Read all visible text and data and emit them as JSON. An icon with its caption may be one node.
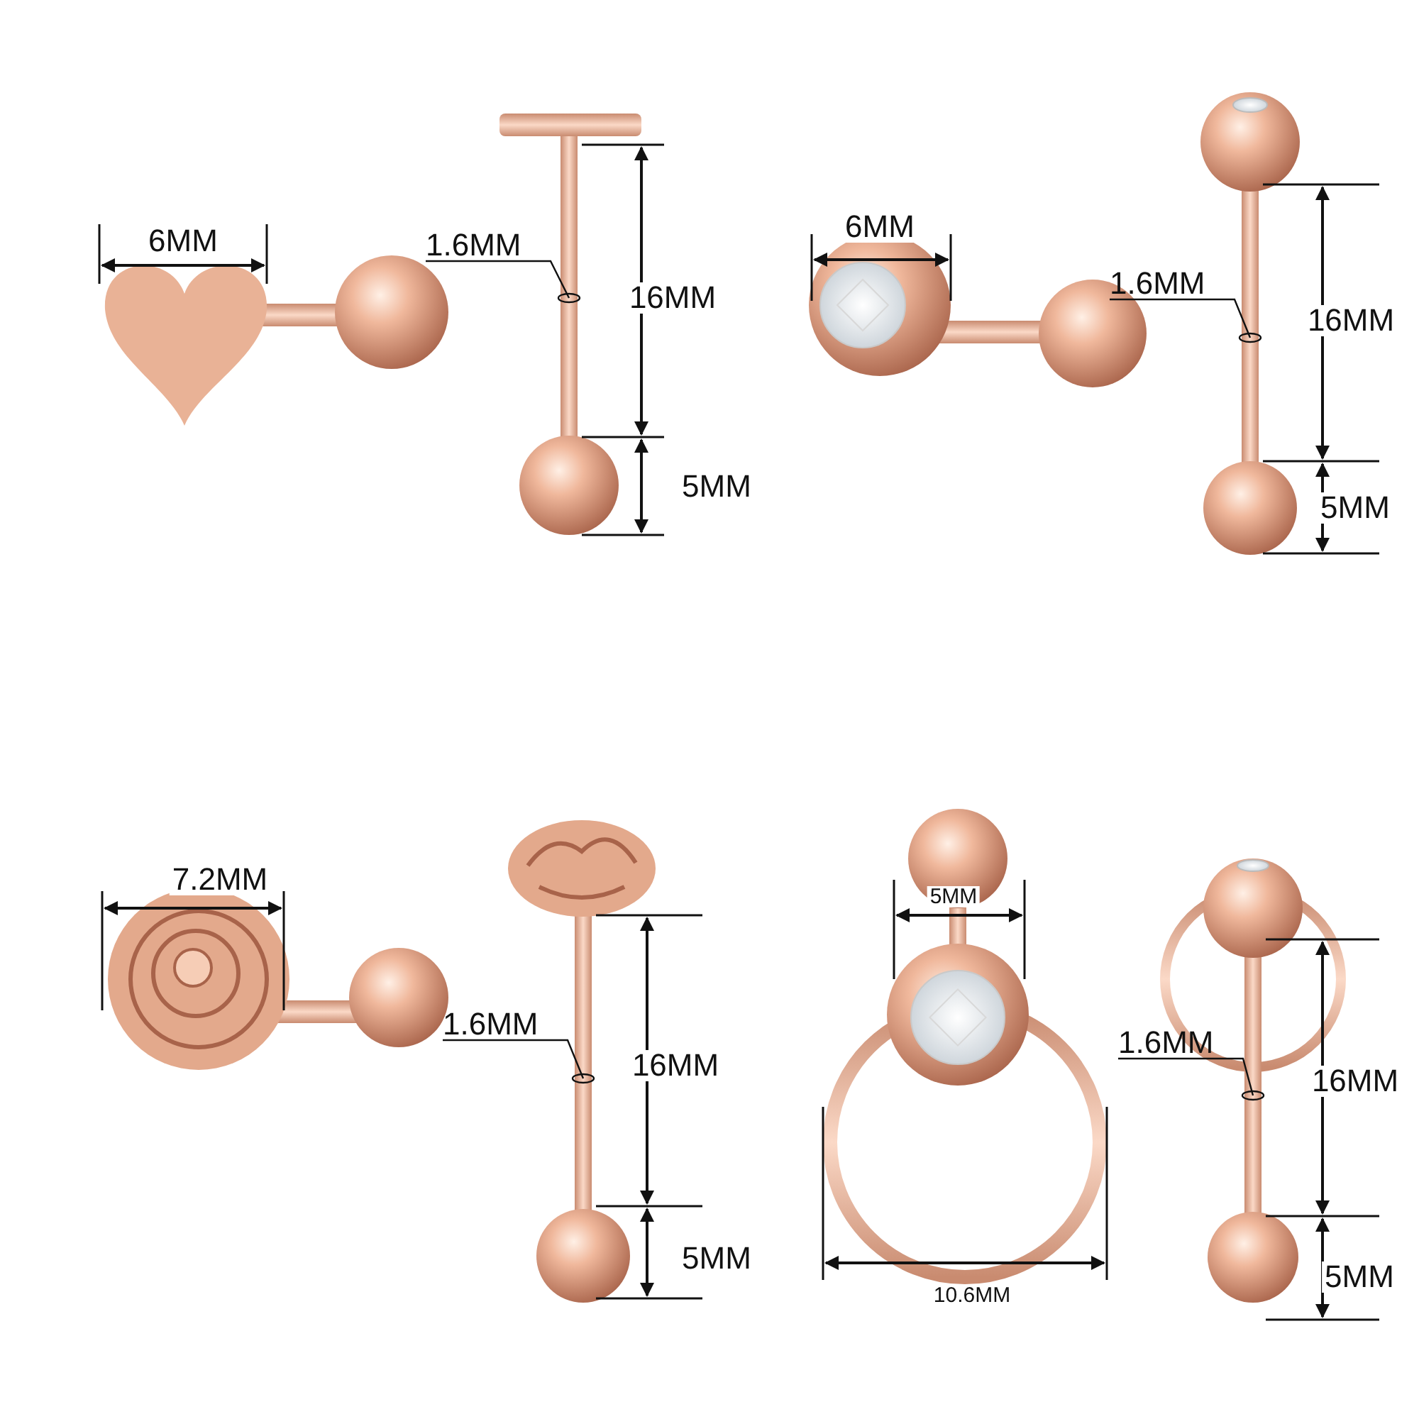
{
  "diagram": {
    "nodes": [
      {
        "text": [
          "1.6MM"
        ]
      },
      {
        "text": [
          "1.6MM"
        ]
      },
      {
        "text": [
          "1.6MM"
        ]
      },
      {
        "text": [
          "1.6MM"
        ]
      }
    ],
    "edges": [
      {
        "from": 0,
        "to": null,
        "arrow": "other"
      },
      {
        "from": 1,
        "to": null,
        "arrow": "other"
      },
      {
        "from": 2,
        "to": null,
        "arrow": "other"
      },
      {
        "from": 3,
        "to": null,
        "arrow": "other"
      }
    ],
    "labels": [
      "6MM",
      "16MM",
      "5MM",
      "6MM",
      "16MM",
      "5MM",
      "7.2MM",
      "16MM",
      "5MM",
      "5MM",
      "10.6MM",
      "16MM",
      "5MM"
    ]
  }
}
